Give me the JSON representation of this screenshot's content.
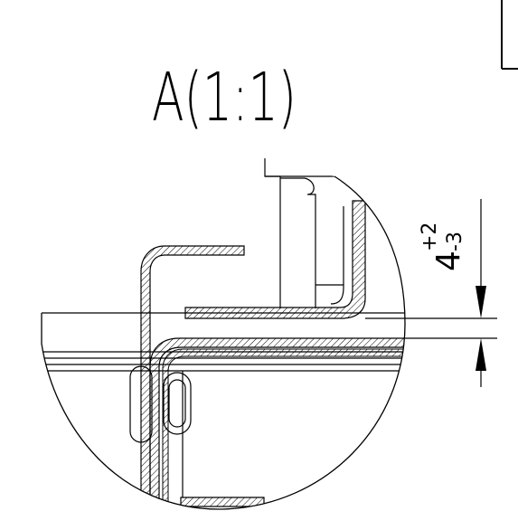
{
  "detail_view": {
    "title": "A(1:1)",
    "scale": "1:1"
  },
  "dimension": {
    "nominal": "4",
    "upper_tolerance": "+2",
    "lower_tolerance": "-3"
  },
  "colors": {
    "line": "#000000",
    "background": "#ffffff"
  }
}
